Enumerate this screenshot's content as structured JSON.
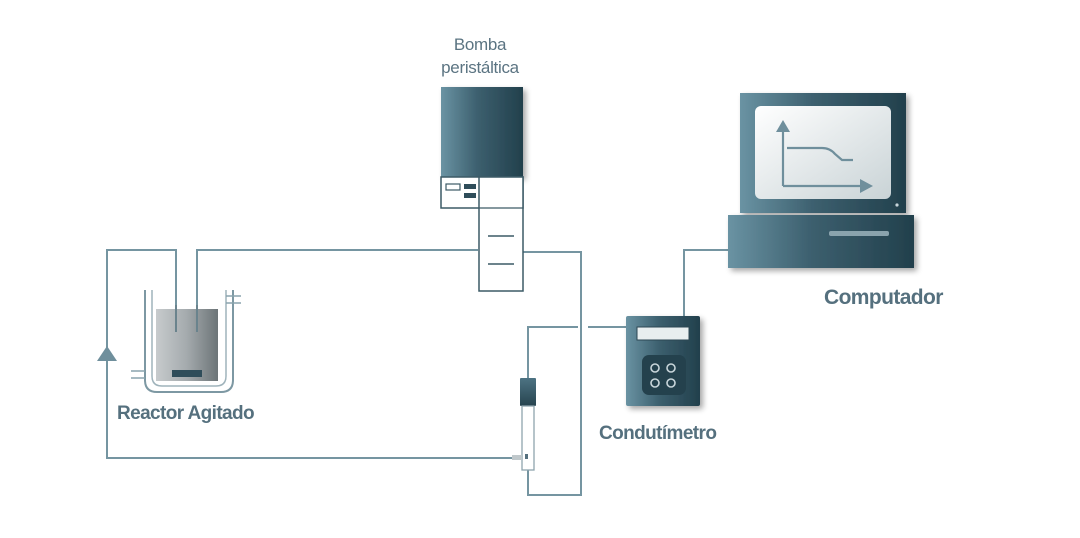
{
  "labels": {
    "pump_line1": "Bomba",
    "pump_line2": "peristáltica",
    "reactor": "Reactor Agitado",
    "conductivity_meter": "Condutímetro",
    "computer": "Computador"
  },
  "icons": {
    "pump": "peristaltic-pump-icon",
    "reactor": "stirred-reactor-icon",
    "probe": "conductivity-probe-icon",
    "meter": "conductivity-meter-icon",
    "computer": "computer-icon",
    "flow_arrow": "flow-direction-arrow-icon"
  },
  "colors": {
    "tubing": "#6f8f9c",
    "device_dark": "#2d4a57",
    "device_light": "#5f8797",
    "label": "#55707e"
  }
}
